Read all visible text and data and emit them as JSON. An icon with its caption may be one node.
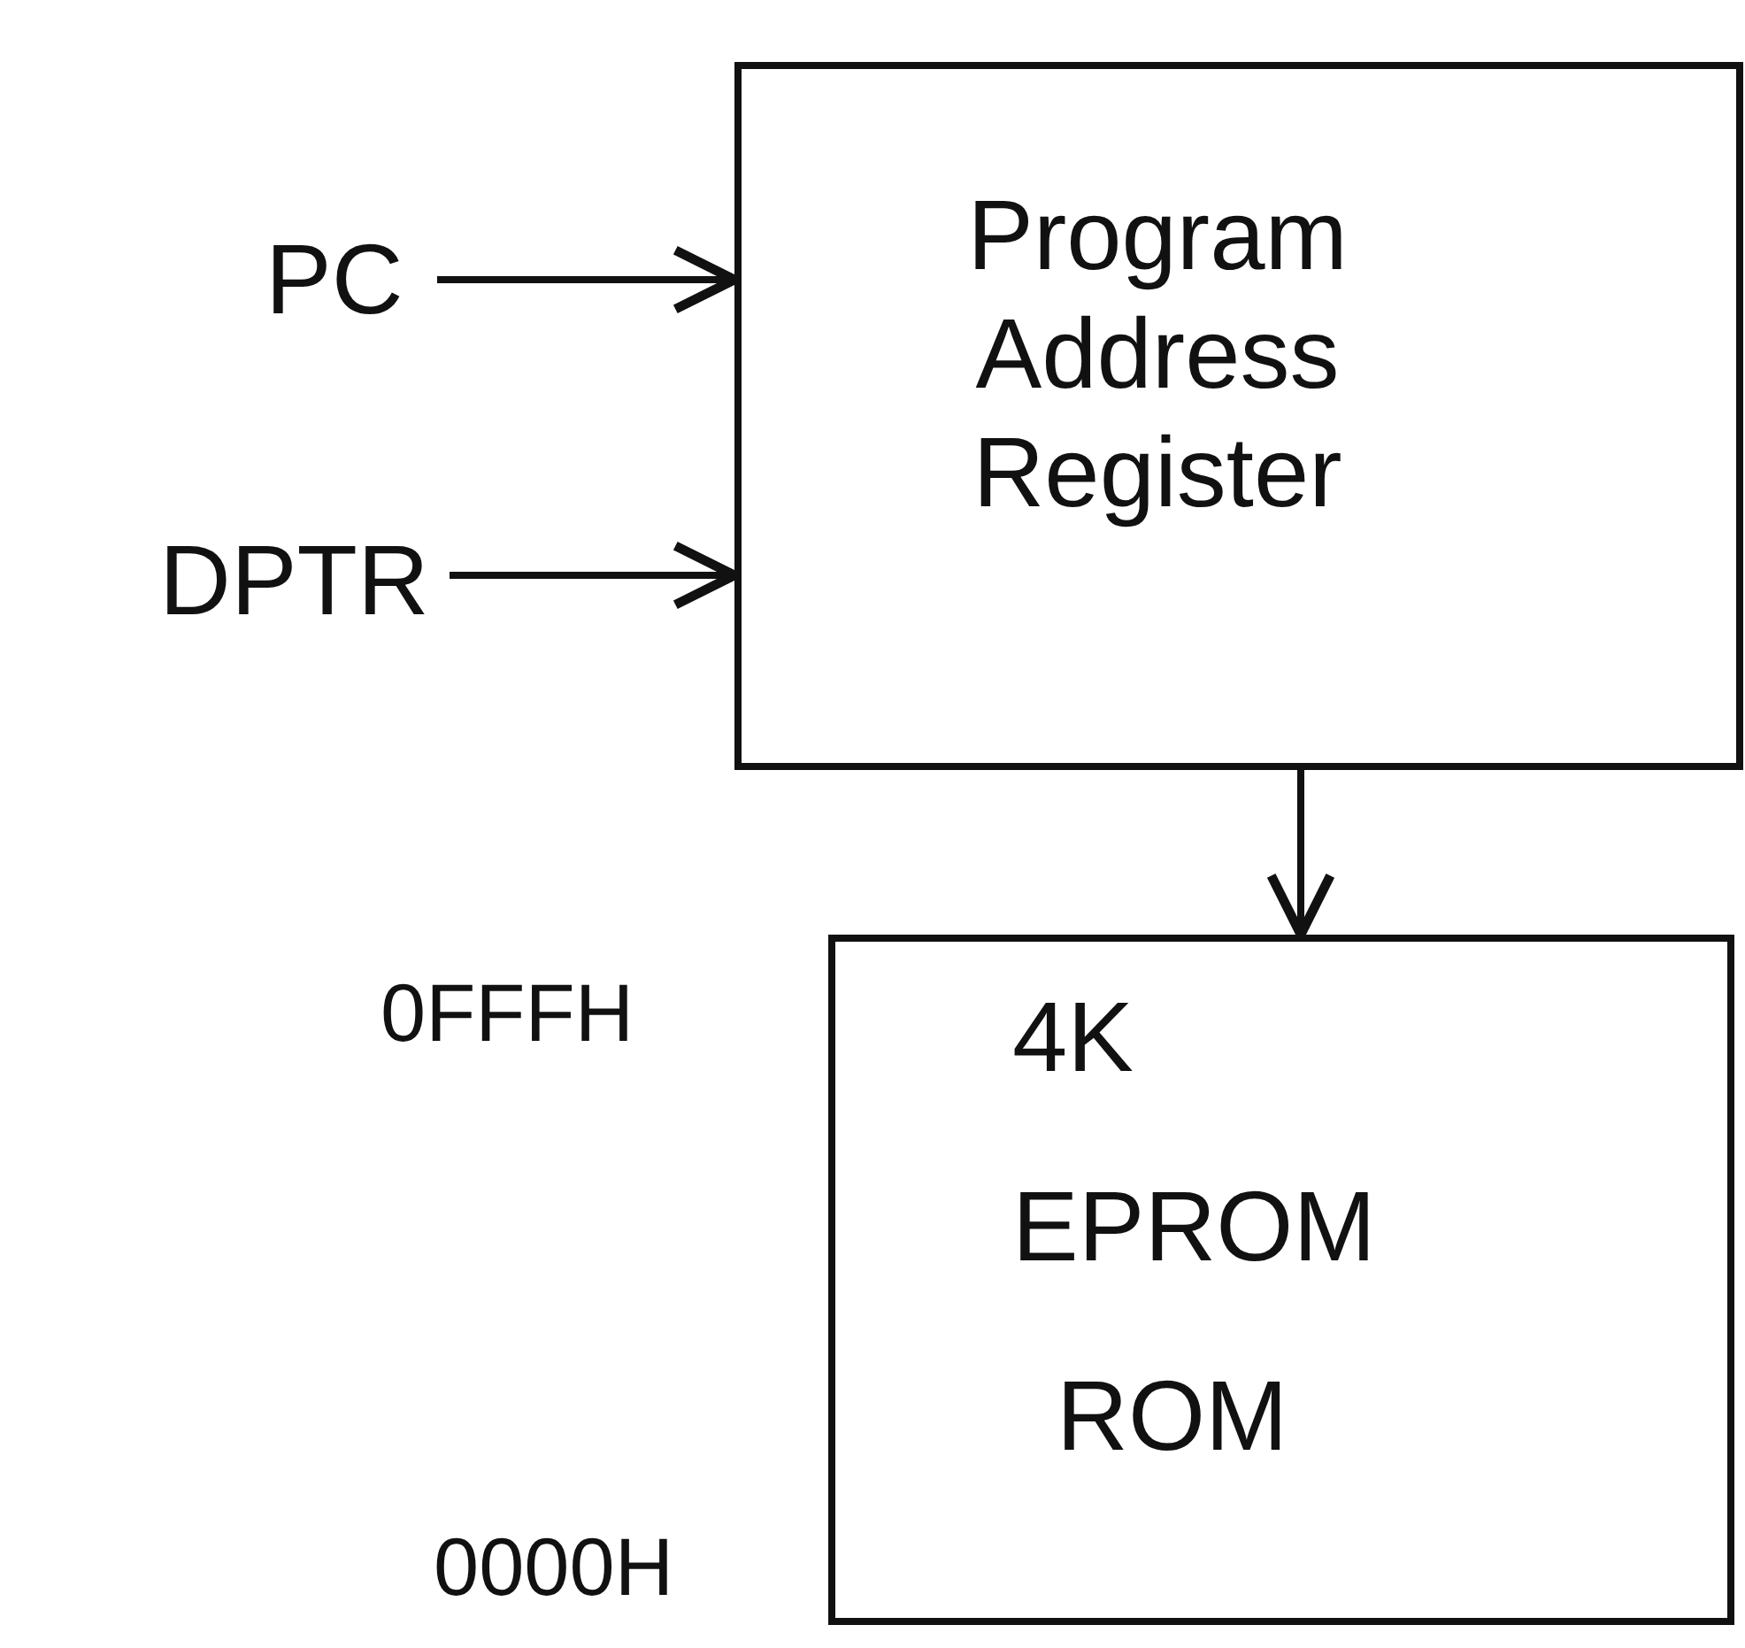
{
  "diagram": {
    "nodes": [
      {
        "text": [
          "PC"
        ]
      },
      {
        "text": [
          "DPTR"
        ]
      },
      {
        "text": [
          "Program Address Register"
        ]
      },
      {
        "text": [
          "4K",
          "EPROM",
          "ROM"
        ],
        "beside": [
          "0FFFH",
          "0000H"
        ]
      }
    ],
    "edges": [
      {
        "from": 0,
        "to": 2,
        "arrow": "to"
      },
      {
        "from": 1,
        "to": 2,
        "arrow": "to"
      },
      {
        "from": 2,
        "to": 3,
        "arrow": "to"
      }
    ]
  }
}
